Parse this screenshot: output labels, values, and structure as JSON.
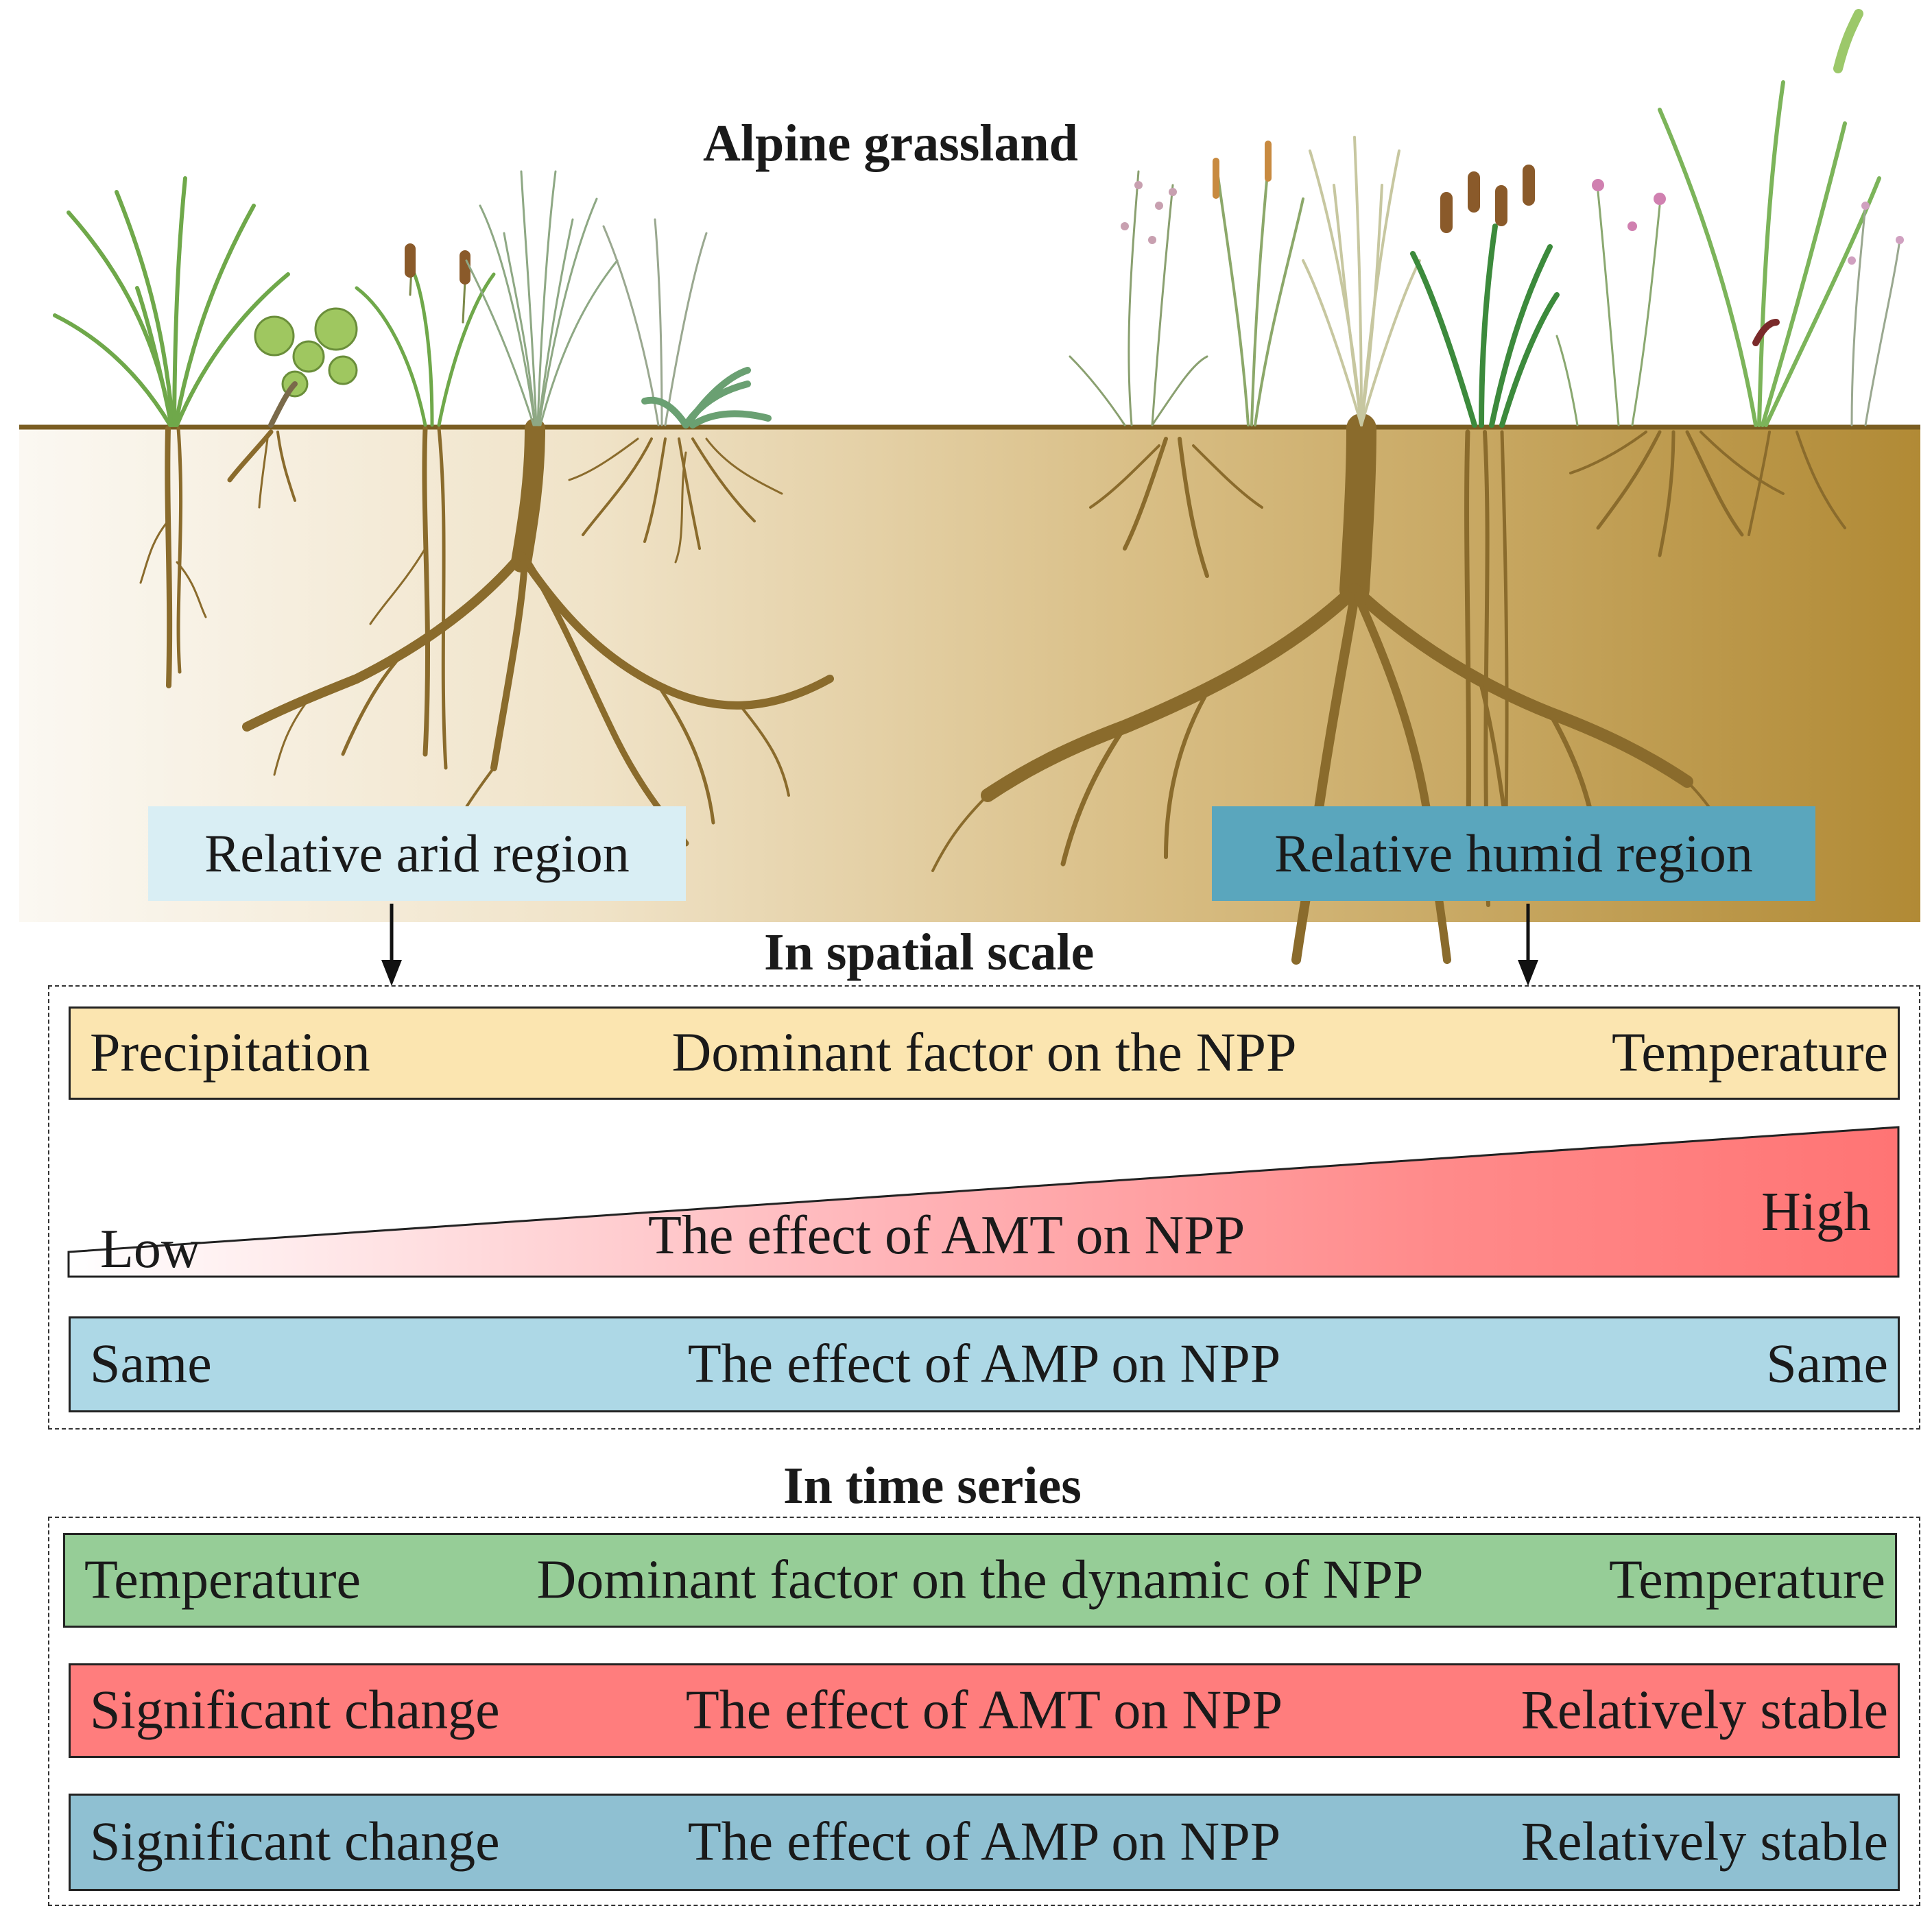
{
  "header": {
    "title": "Alpine grassland"
  },
  "regions": {
    "arid": "Relative arid region",
    "humid": "Relative humid region"
  },
  "spatial": {
    "heading": "In spatial scale",
    "dominant": {
      "left": "Precipitation",
      "center": "Dominant factor on the NPP",
      "right": "Temperature",
      "color": "#fbe5b0"
    },
    "amt": {
      "left": "Low",
      "center": "The effect of AMT on NPP",
      "right": "High",
      "color": "#ff7b7b"
    },
    "amp": {
      "left": "Same",
      "center": "The effect of AMP on NPP",
      "right": "Same",
      "color": "#add8e6"
    }
  },
  "time": {
    "heading": "In time series",
    "dominant": {
      "left": "Temperature",
      "center": "Dominant factor on the dynamic of NPP",
      "right": "Temperature",
      "color": "#96cd97"
    },
    "amt": {
      "left": "Significant change",
      "center": "The effect of AMT on NPP",
      "right": "Relatively stable",
      "color": "#ff7d7d"
    },
    "amp": {
      "left": "Significant change",
      "center": "The effect of AMP on NPP",
      "right": "Relatively stable",
      "color": "#8fc0d2"
    }
  },
  "colors": {
    "soil_light": "#faf6ef",
    "soil_dark": "#b5923d",
    "root": "#8a6b2c",
    "grass": "#6fa84a",
    "arid_label_bg": "#d9eef4",
    "humid_label_bg": "#5aa6bd"
  }
}
